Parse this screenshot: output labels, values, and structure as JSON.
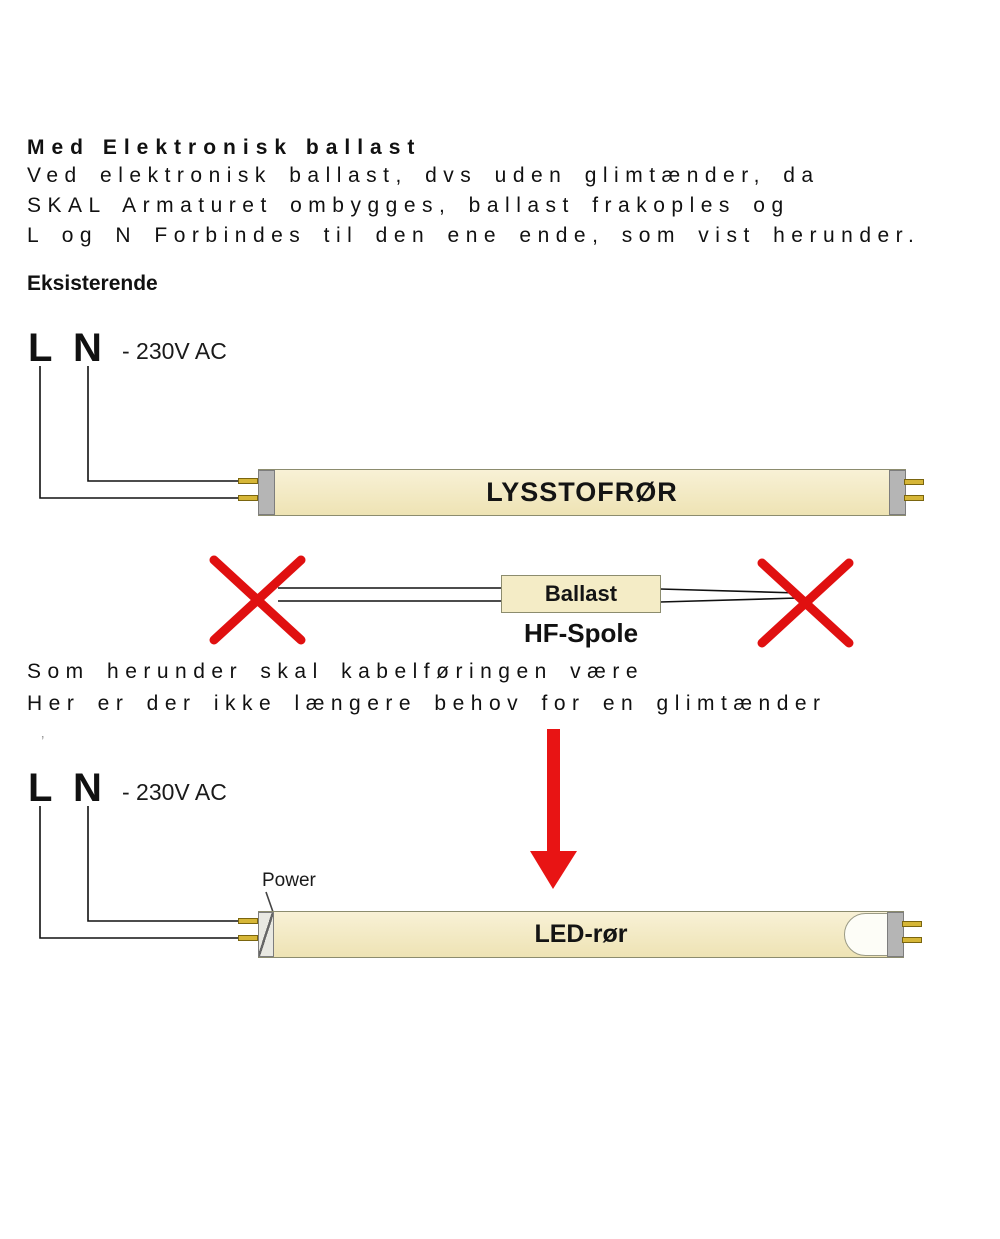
{
  "intro": {
    "heading": "Med Elektronisk ballast",
    "line1": "Ved elektronisk ballast, dvs uden glimtænder, da",
    "line2": "SKAL Armaturet ombygges, ballast frakoples og",
    "line3": "L og N Forbindes til den ene ende, som vist herunder."
  },
  "section1": {
    "title": "Eksisterende",
    "l": "L",
    "n": "N",
    "voltage": "- 230V AC",
    "tube_label": "LYSSTOFRØR"
  },
  "ballast": {
    "label": "Ballast",
    "sublabel": "HF-Spole"
  },
  "middle": {
    "line1": "Som herunder skal kabelføringen være",
    "line2": "Her er der ikke længere behov for en glimtænder"
  },
  "section2": {
    "l": "L",
    "n": "N",
    "voltage": "- 230V AC",
    "power_label": "Power",
    "tube_label": "LED-rør",
    "stray_mark": "’"
  },
  "colors": {
    "tube_fill": "#f4ecc6",
    "tube_border": "#8c8c6e",
    "endcap_gray": "#b5b5b5",
    "pin_gold": "#d6b637",
    "wire_black": "#111111",
    "cross_red": "#e01010",
    "arrow_red": "#e81414"
  }
}
